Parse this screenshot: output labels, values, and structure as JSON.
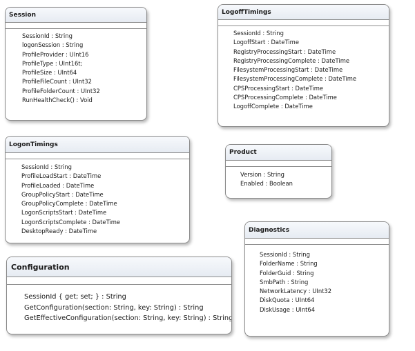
{
  "classes": {
    "session": {
      "name": "Session",
      "members": [
        "SessionId : String",
        "logonSession : String",
        "ProfileProvider : UInt16",
        "ProfileType : UInt16t;",
        "ProfileSize : UInt64",
        "ProfileFileCount : UInt32",
        "ProfileFolderCount : UInt32",
        "RunHealthCheck() : Void"
      ]
    },
    "logofftimings": {
      "name": "LogoffTimings",
      "members": [
        "SessionId : String",
        "LogoffStart : DateTime",
        "RegistryProcessingStart : DateTime",
        "RegistryProcessingComplete : DateTime",
        "FilesystemProcessingStart : DateTime",
        "FilesystemProcessingComplete : DateTime",
        "CPSProcessingStart : DateTime",
        "CPSProcessingComplete : DateTime",
        "LogoffComplete : DateTime"
      ]
    },
    "logontimings": {
      "name": "LogonTimings",
      "members": [
        "SessionId : String",
        "ProfileLoadStart : DateTime",
        "ProfileLoaded : DateTime",
        "GroupPolicyStart : DateTime",
        "GroupPolicyComplete : DateTime",
        "LogonScriptsStart : DateTime",
        "LogonScriptsComplete : DateTime",
        "DesktopReady : DateTime"
      ]
    },
    "product": {
      "name": "Product",
      "members": [
        "Version : String",
        "Enabled : Boolean"
      ]
    },
    "diagnostics": {
      "name": "Diagnostics",
      "members": [
        "SessionId : String",
        "FolderName : String",
        "FolderGuid : String",
        "SmbPath : String",
        "NetworkLatency : UInt32",
        "DiskQuota : UInt64",
        "DiskUsage : UInt64"
      ]
    },
    "configuration": {
      "name": "Configuration",
      "members": [
        "SessionId { get; set; } : String",
        "GetConfiguration(section: String, key: String) : String",
        "GetEffectiveConfiguration(section: String, key: String) : String"
      ]
    }
  }
}
